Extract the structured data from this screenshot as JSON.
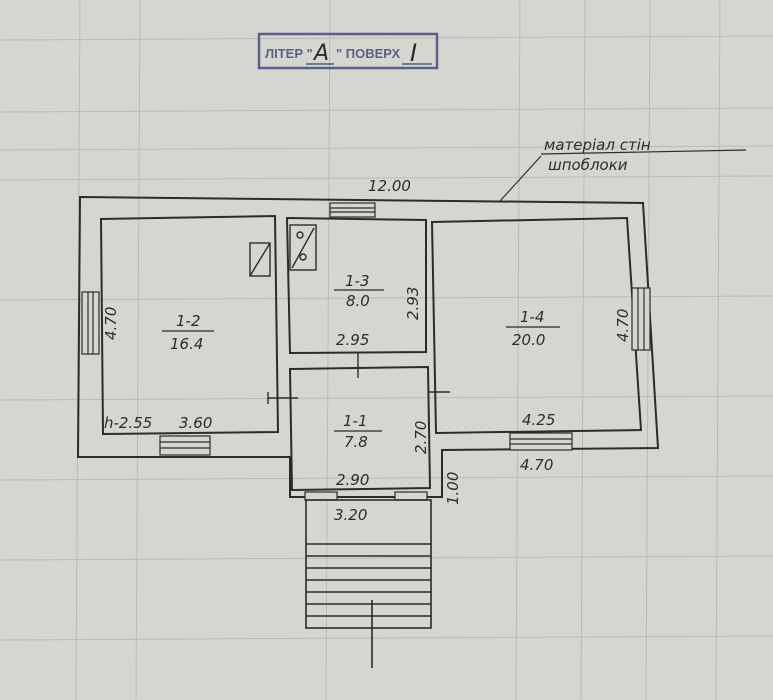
{
  "stamp": {
    "prefix": "ЛІТЕР \"",
    "letter": "А",
    "middle": "\" ПОВЕРХ",
    "floor": "I"
  },
  "material_note": {
    "line1": "матеріал стін",
    "line2": "шпоблоки"
  },
  "dimensions": {
    "overall_width": "12.00",
    "left_height": "4.70",
    "right_height": "4.70",
    "room12_width": "3.60",
    "ceiling_height": "h-2.55",
    "room13_height": "2.93",
    "room13_width": "2.95",
    "room11_height": "2.70",
    "room11_width": "2.90",
    "room14_width": "4.25",
    "right_wing_width": "4.70",
    "porch_width": "3.20",
    "porch_depth": "1.00"
  },
  "rooms": [
    {
      "id": "1-2",
      "area": "16.4"
    },
    {
      "id": "1-3",
      "area": "8.0"
    },
    {
      "id": "1-1",
      "area": "7.8"
    },
    {
      "id": "1-4",
      "area": "20.0"
    }
  ],
  "colors": {
    "paper": "#d6d6d1",
    "ink": "#2b2b2b",
    "stamp_ink": "#5a5f8a",
    "grid": "#b9bab8"
  }
}
